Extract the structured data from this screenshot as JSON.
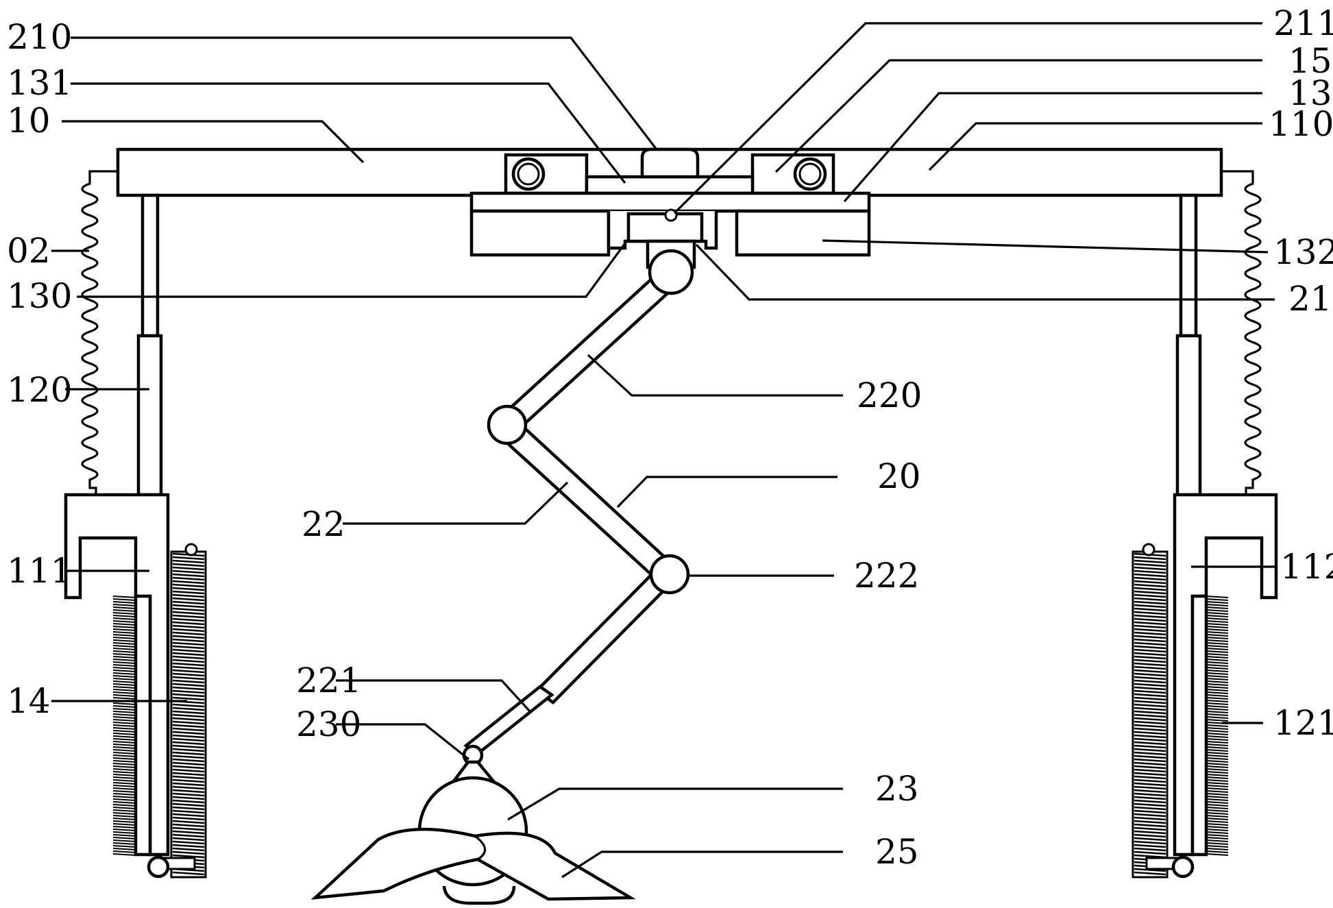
{
  "figure": {
    "labels": {
      "l210": "210",
      "l131": "131",
      "l10": "10",
      "l02": "02",
      "l130": "130",
      "l120": "120",
      "l111": "111",
      "l14": "14",
      "l22": "22",
      "l221": "221",
      "l230": "230",
      "l211": "211",
      "l15": "15",
      "l13": "13",
      "l110": "110",
      "l132": "132",
      "l21": "21",
      "l220": "220",
      "l20": "20",
      "l222": "222",
      "l112": "112",
      "l121": "121",
      "l23": "23",
      "l25": "25"
    }
  }
}
